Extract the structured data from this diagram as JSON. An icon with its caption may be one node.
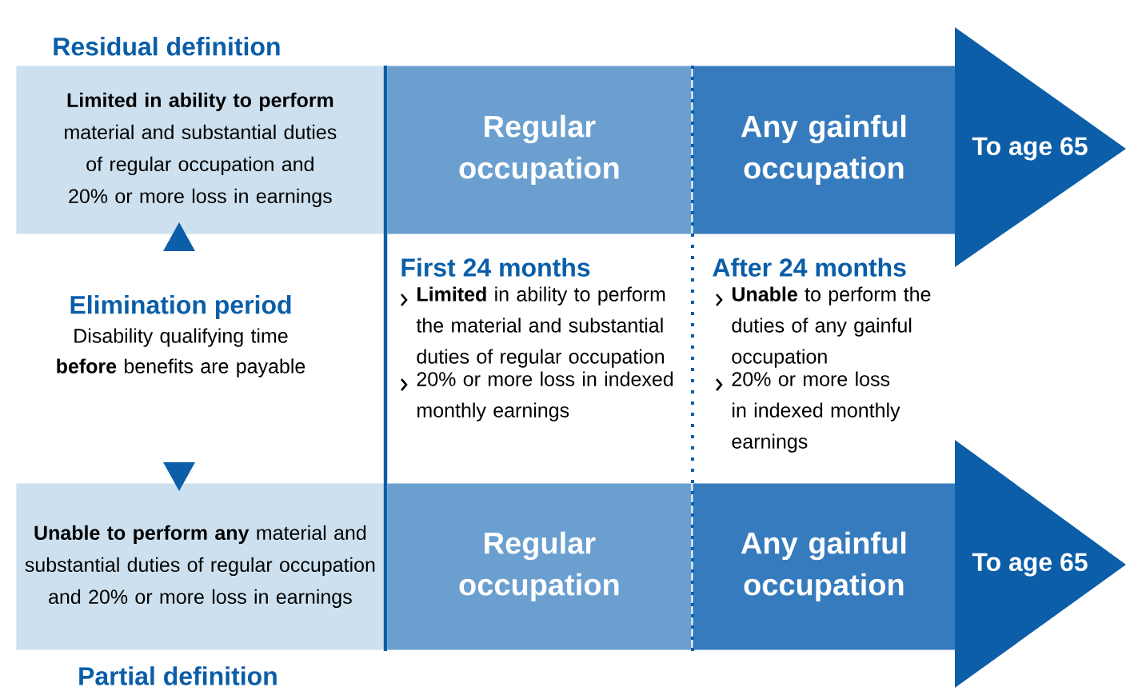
{
  "diagram": {
    "nodes": [
      {
        "text": [
          "Residual definition",
          "**Limited in ability to perform** material and substantial duties of regular occupation and 20% or more loss in earnings"
        ]
      },
      {
        "text": [
          "Regular occupation"
        ]
      },
      {
        "text": [
          "Any gainful occupation"
        ]
      },
      {
        "text": [
          "To age 65"
        ]
      },
      {
        "text": [
          "**Unable to perform any** material and substantial duties of regular occupation and 20% or more loss in earnings",
          "Partial definition"
        ]
      },
      {
        "text": [
          "Regular occupation"
        ]
      },
      {
        "text": [
          "Any gainful occupation"
        ]
      },
      {
        "text": [
          "To age 65"
        ]
      }
    ],
    "labels": [
      "Elimination period",
      "Disability qualifying time **before** benefits are payable",
      "First 24 months",
      "**Limited** in ability to perform the material and substantial duties of regular occupation",
      "20% or more loss in indexed monthly earnings",
      "After 24 months",
      "**Unable** to perform the duties of any gainful occupation",
      "20% or more loss in indexed monthly earnings"
    ]
  }
}
